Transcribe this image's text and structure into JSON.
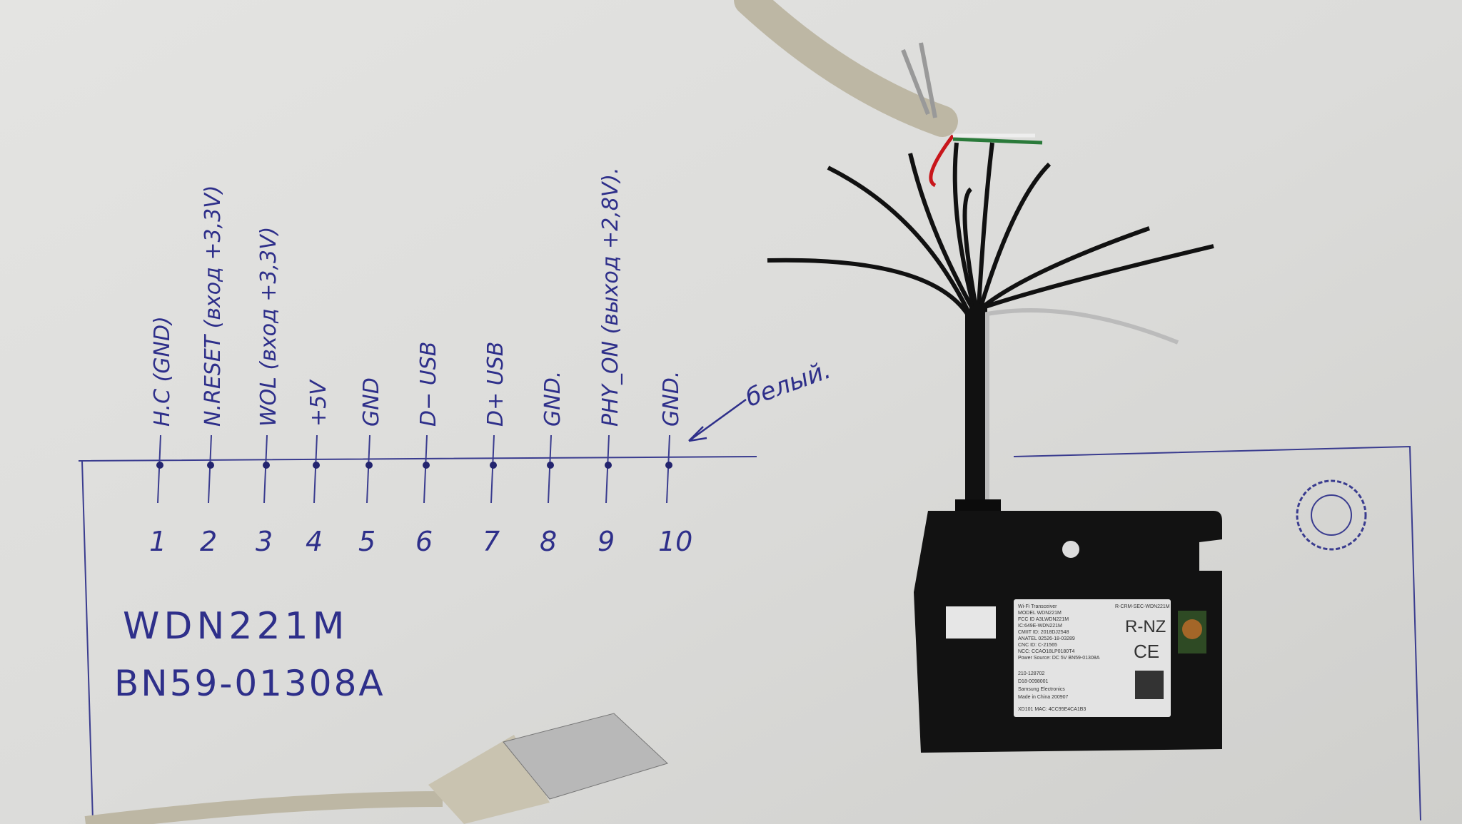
{
  "pinout": {
    "pins": [
      {
        "number": "1",
        "label": "H.C (GND)"
      },
      {
        "number": "2",
        "label": "N.RESET (вход +3,3V)"
      },
      {
        "number": "3",
        "label": "WOL (вход +3,3V)"
      },
      {
        "number": "4",
        "label": "+5V"
      },
      {
        "number": "5",
        "label": "GND"
      },
      {
        "number": "6",
        "label": "D− USB"
      },
      {
        "number": "7",
        "label": "D+ USB"
      },
      {
        "number": "8",
        "label": "GND."
      },
      {
        "number": "9",
        "label": "PHY_ON (выход +2,8V)."
      },
      {
        "number": "10",
        "label": "GND."
      }
    ],
    "annotation": "белый.",
    "model": "WDN221M",
    "part_number": "BN59-01308A"
  },
  "module_label": {
    "lines": [
      "Wi-Fi Transceiver",
      "MODEL WDN221M",
      "FCC ID A3LWDN221M",
      "IC:649E-WDN221M",
      "CMIIT ID: 2018DJ2548",
      "ANATEL 02526-18-03289",
      "CNC ID: C-21565",
      "NCC: CCAO18LP0180T4",
      "Power Source: DC 5V    BN59-01308A"
    ],
    "kc_code": "R-CRM-SEC-WDN221M",
    "rnz": "R-NZ",
    "ce": "CE",
    "jp1": "210-128702",
    "jp2": "D18-0098001",
    "maker": "Samsung Electronics",
    "made_in": "Made in China  200907",
    "mac": "XD101  MAC: 4CC95E4CA1B3"
  }
}
